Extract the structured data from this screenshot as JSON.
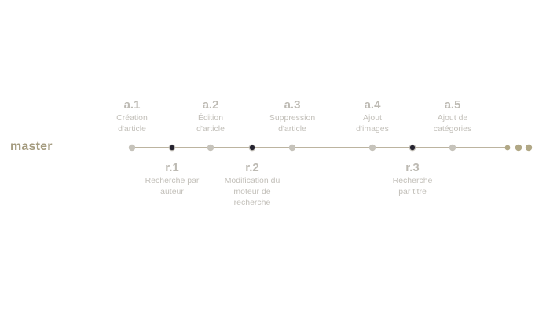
{
  "branch": {
    "name": "master",
    "line_color": "#a59c80"
  },
  "colors": {
    "main_node": "#c6c3bb",
    "side_node": "#252330",
    "side_node_ring": "#c6c3bb",
    "end_dot": "#b1a886"
  },
  "commits": [
    {
      "id": "a.1",
      "desc": [
        "Création",
        "d'article"
      ],
      "kind": "main"
    },
    {
      "id": "r.1",
      "desc": [
        "Recherche par",
        "auteur"
      ],
      "kind": "side"
    },
    {
      "id": "a.2",
      "desc": [
        "Édition",
        "d'article"
      ],
      "kind": "main"
    },
    {
      "id": "r.2",
      "desc": [
        "Modification du",
        "moteur de",
        "recherche"
      ],
      "kind": "side"
    },
    {
      "id": "a.3",
      "desc": [
        "Suppression",
        "d'article"
      ],
      "kind": "main"
    },
    {
      "id": "a.4",
      "desc": [
        "Ajout",
        "d'images"
      ],
      "kind": "main"
    },
    {
      "id": "r.3",
      "desc": [
        "Recherche",
        "par titre"
      ],
      "kind": "side"
    },
    {
      "id": "a.5",
      "desc": [
        "Ajout de",
        "catégories"
      ],
      "kind": "main"
    }
  ],
  "continuation_dots": 3
}
